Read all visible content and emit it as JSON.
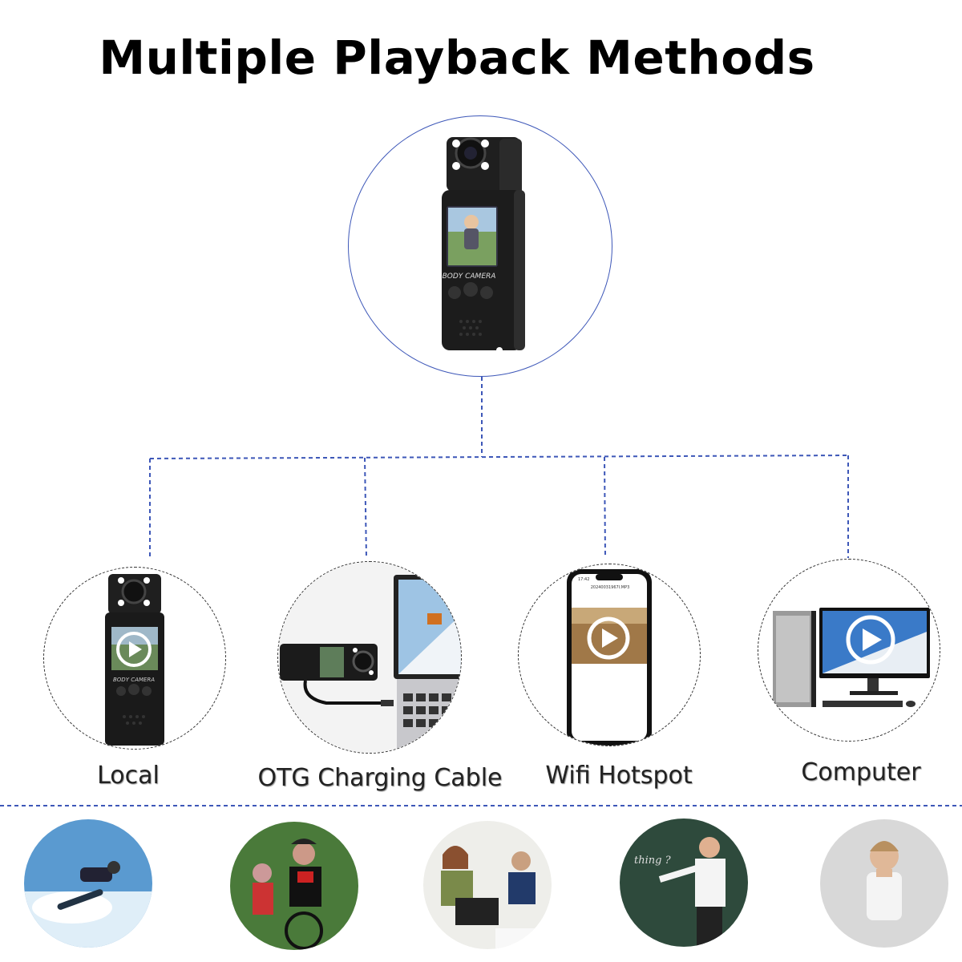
{
  "page": {
    "title": "Multiple Playback Methods",
    "main_device_text": "BODY CAMERA"
  },
  "methods": [
    {
      "label": "Local",
      "icon": "body-camera-play-icon",
      "device_text": "BODY CAMERA"
    },
    {
      "label": "OTG Charging Cable",
      "icon": "laptop-cable-icon"
    },
    {
      "label": "Wifi Hotspot",
      "icon": "smartphone-play-icon",
      "phone_time": "17:42",
      "phone_file": "20240031967I.MP3"
    },
    {
      "label": "Computer",
      "icon": "desktop-computer-play-icon"
    }
  ],
  "scenes": [
    {
      "name": "snowboarding"
    },
    {
      "name": "cycling"
    },
    {
      "name": "office"
    },
    {
      "name": "teaching",
      "board_text": "thing ?"
    },
    {
      "name": "running"
    }
  ],
  "colors": {
    "connector": "#3d57b8",
    "device": "#1c1c1c",
    "play_ring": "#ffffff"
  }
}
